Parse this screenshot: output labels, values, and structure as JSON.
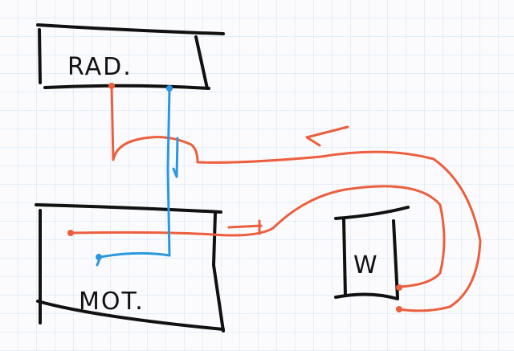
{
  "labels": {
    "radiator": "RAD.",
    "motor": "MOT.",
    "w_box": "W"
  },
  "colors": {
    "red_wire": "#ec5f3e",
    "blue_wire": "#2a97e0",
    "ink": "#111111",
    "grid": "#cfe0f3"
  }
}
